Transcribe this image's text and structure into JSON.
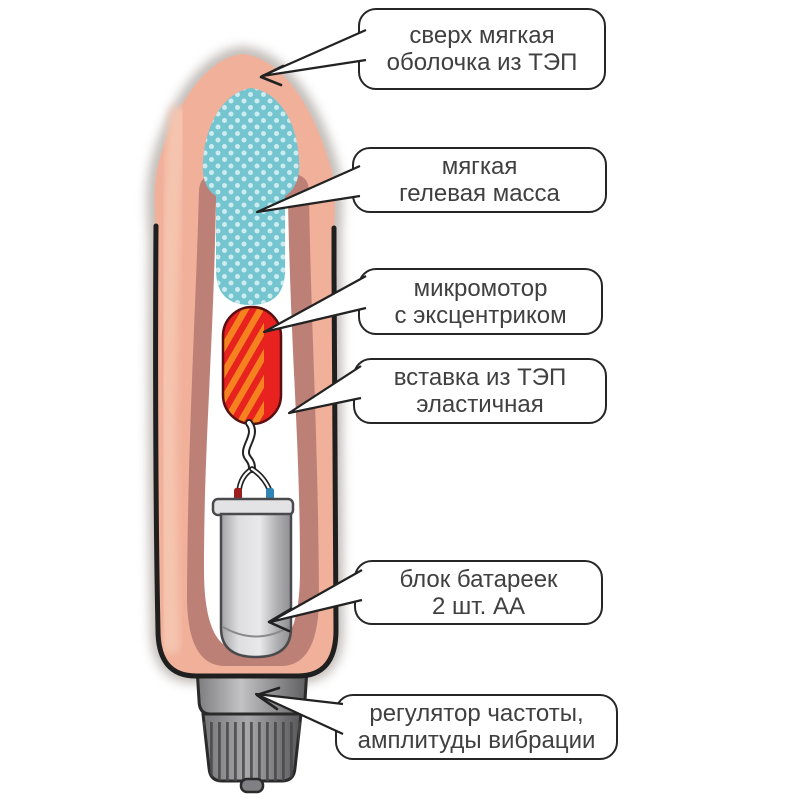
{
  "callouts": [
    {
      "id": "soft-shell",
      "line1": "сверх мягкая",
      "line2": "оболочка из ТЭП"
    },
    {
      "id": "gel-mass",
      "line1": "мягкая",
      "line2": "гелевая масса"
    },
    {
      "id": "micromotor",
      "line1": "микромотор",
      "line2": "с эксцентриком"
    },
    {
      "id": "tpe-insert",
      "line1": "вставка из ТЭП",
      "line2": "эластичная"
    },
    {
      "id": "battery-pack",
      "line1": "блок батареек",
      "line2": "2 шт. АА"
    },
    {
      "id": "vibration-regulator",
      "line1": "регулятор частоты,",
      "line2": "амплитуды вибрации"
    }
  ],
  "colors": {
    "outline": "#1f1f1f",
    "glow": "#b9b2ad",
    "body_pink": "#f1b09a",
    "body_highlight": "#f6c6b1",
    "insert_mauve": "#bd8076",
    "cavity_white": "#ffffff",
    "gel_teal": "#74c5cf",
    "gel_dots": "#cdecf0",
    "motor_red": "#e8221f",
    "motor_stripe_orange": "#f5821f",
    "motor_outline": "#5a0f12",
    "wire_outline": "#222222",
    "wire_white": "#ffffff",
    "wire_tip_red": "#9c1f1d",
    "wire_tip_blue": "#2f86b4",
    "battery_cap": "#e3e3e5",
    "battery_stroke": "#4a4a4c",
    "knob_ribs": "#47474a",
    "box_border": "#262626",
    "box_text": "#404040"
  }
}
